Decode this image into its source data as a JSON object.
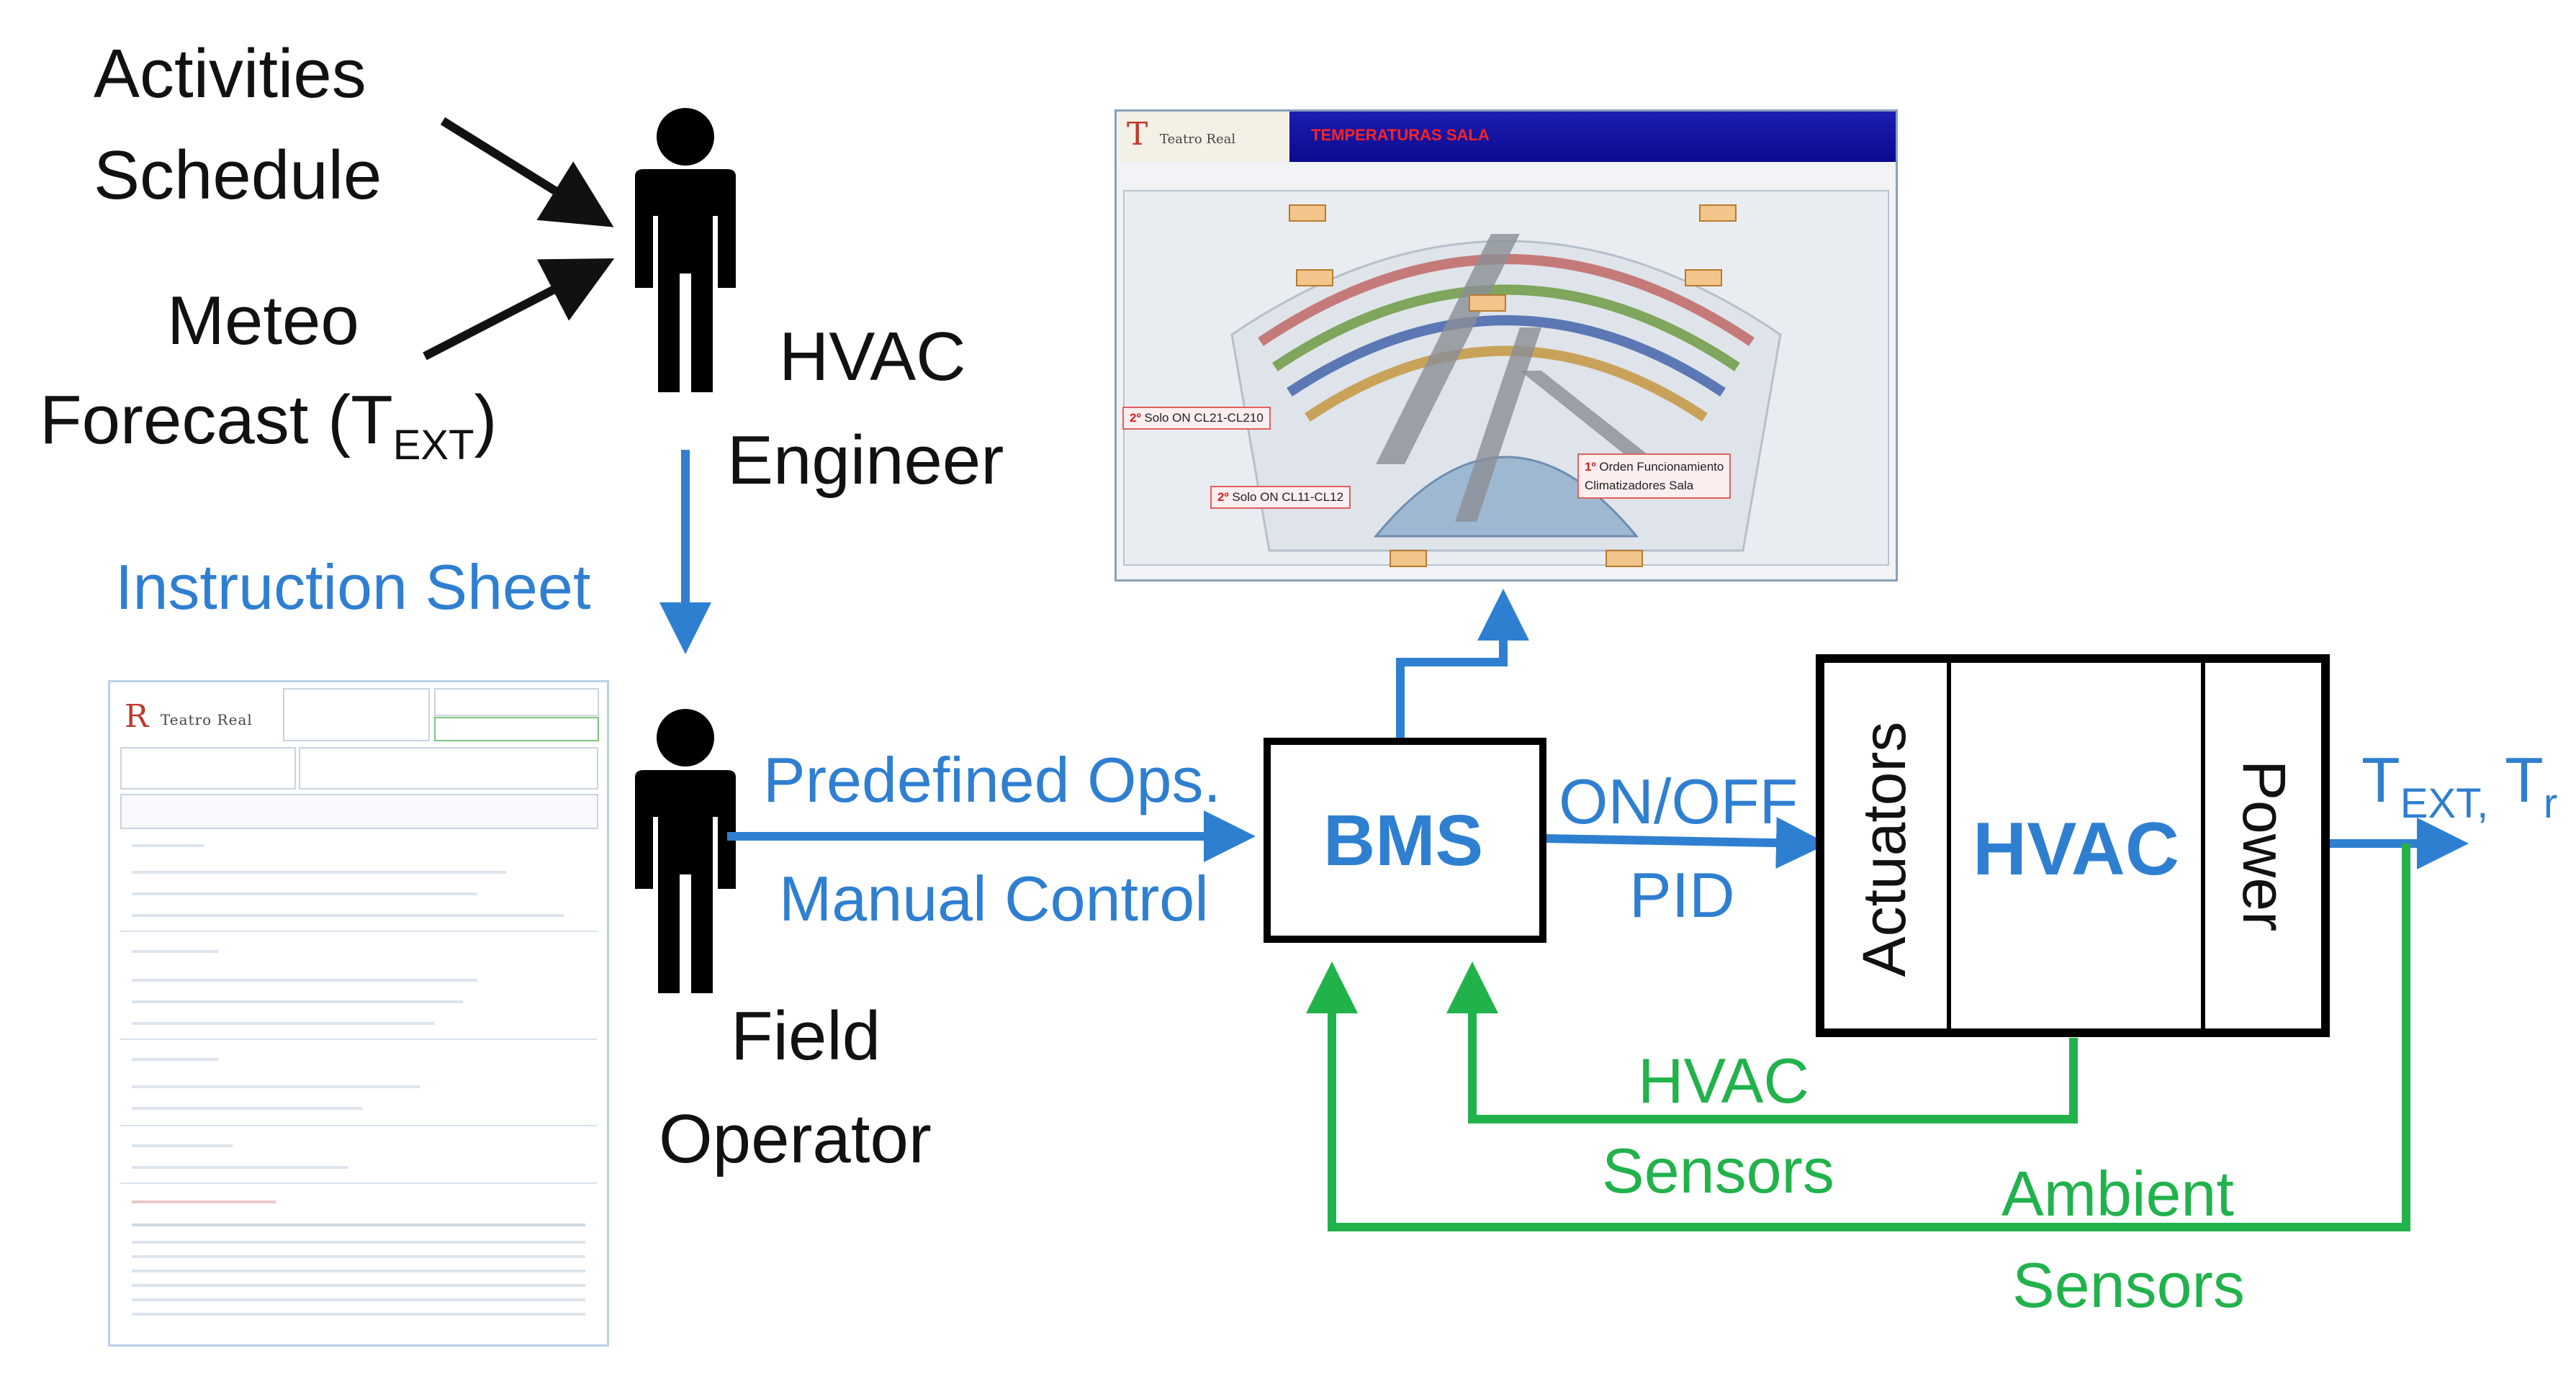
{
  "inputs": {
    "activities_line1": "Activities",
    "activities_line2": "Schedule",
    "meteo_line1": "Meteo",
    "meteo_line2": "Forecast (T",
    "meteo_sub": "EXT",
    "meteo_close": ")"
  },
  "roles": {
    "engineer_line1": "HVAC",
    "engineer_line2": "Engineer",
    "operator_line1": "Field",
    "operator_line2": "Operator"
  },
  "links": {
    "instruction_sheet": "Instruction Sheet",
    "predefined_ops": "Predefined Ops.",
    "manual_control": "Manual Control",
    "onoff": "ON/OFF",
    "pid": "PID",
    "hvac_sensors_line1": "HVAC",
    "hvac_sensors_line2": "Sensors",
    "ambient_sensors_line1": "Ambient",
    "ambient_sensors_line2": "Sensors"
  },
  "blocks": {
    "bms": "BMS",
    "actuators": "Actuators",
    "hvac": "HVAC",
    "power": "Power"
  },
  "output": {
    "t": "T",
    "t_sub": "EXT,",
    "tr": " T",
    "tr_sub": "r"
  },
  "screenshot": {
    "logo_text": "Teatro Real",
    "title": "TEMPERATURAS SALA",
    "note1": "Solo ON CL21-CL210",
    "note1_num": "2º",
    "note2": "Solo ON CL11-CL12",
    "note2_num": "2º",
    "note3_line1": "Orden Funcionamiento",
    "note3_line2": "Climatizadores Sala",
    "note3_num": "1º"
  },
  "sheet": {
    "logo_text": "Teatro Real"
  },
  "colors": {
    "blue": "#2f7fd1",
    "green": "#22b24c",
    "black": "#111111"
  }
}
